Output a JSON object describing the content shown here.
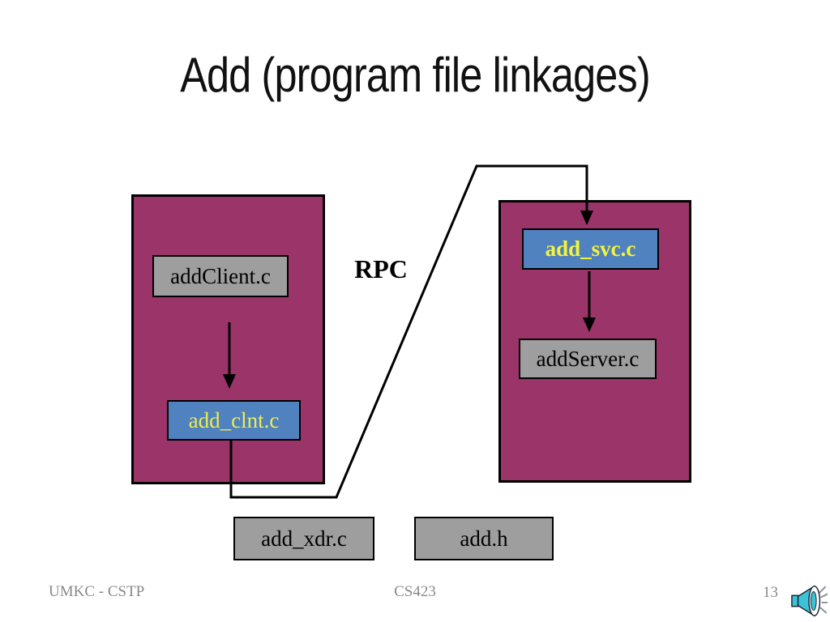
{
  "slide": {
    "title": "Add (program file linkages)",
    "rpc_label": "RPC",
    "footer": {
      "left": "UMKC - CSTP",
      "center": "CS423",
      "page_number": "13"
    }
  },
  "diagram": {
    "client_program": {
      "source_file": "addClient.c",
      "stub_file": "add_clnt.c"
    },
    "server_program": {
      "stub_file": "add_svc.c",
      "source_file": "addServer.c"
    },
    "shared_files": [
      "add_xdr.c",
      "add.h"
    ],
    "link_label": "RPC"
  },
  "colors": {
    "plum_container": "#9B3468",
    "stub_blue": "#4F82BE",
    "file_gray": "#9E9E9E",
    "stub_text_yellow": "#ECEC52",
    "connector_black": "#000000",
    "footer_gray": "#898989",
    "speaker_cyan": "#3CC3D6"
  }
}
